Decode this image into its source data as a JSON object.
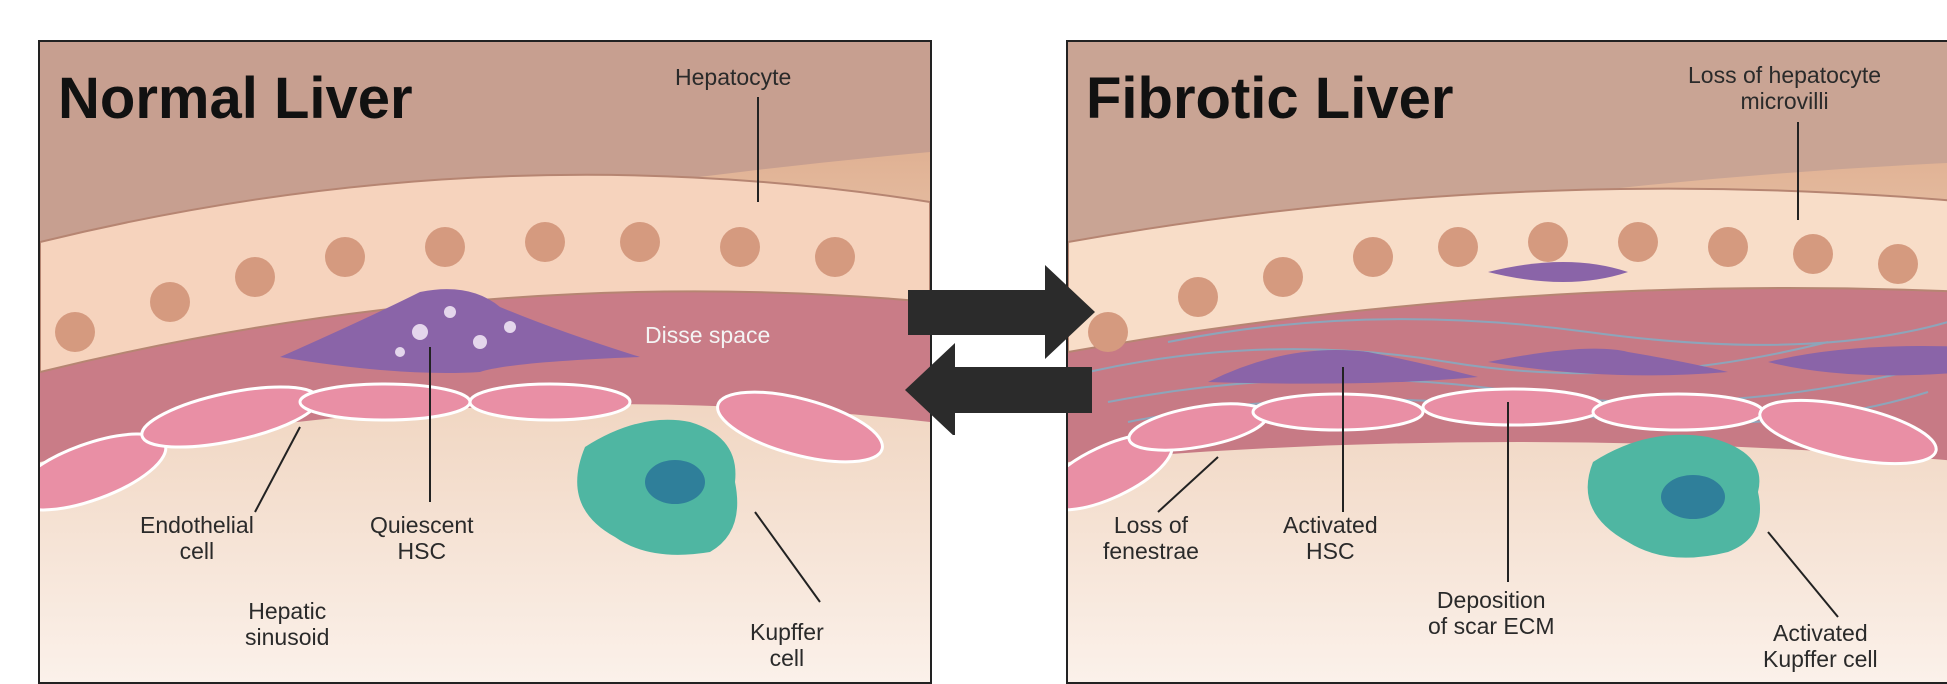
{
  "normal": {
    "title": "Normal Liver",
    "labels": {
      "hepatocyte": "Hepatocyte",
      "disse_space": "Disse space",
      "endothelial_l1": "Endothelial",
      "endothelial_l2": "cell",
      "quiescent_l1": "Quiescent",
      "quiescent_l2": "HSC",
      "hepatic_l1": "Hepatic",
      "hepatic_l2": "sinusoid",
      "kupffer_l1": "Kupffer",
      "kupffer_l2": "cell"
    }
  },
  "fibrotic": {
    "title": "Fibrotic Liver",
    "labels": {
      "microvilli_l1": "Loss of hepatocyte",
      "microvilli_l2": "microvilli",
      "fenestrae_l1": "Loss of",
      "fenestrae_l2": "fenestrae",
      "activated_hsc_l1": "Activated",
      "activated_hsc_l2": "HSC",
      "deposition_l1": "Deposition",
      "deposition_l2": "of scar ECM",
      "activated_kupffer_l1": "Activated",
      "activated_kupffer_l2": "Kupffer cell"
    }
  },
  "colors": {
    "hepatocyte": "#f6d3bd",
    "nucleus": "#d59a7f",
    "disse": "#c77a85",
    "endothelial": "#e98fa5",
    "hsc": "#8a64a8",
    "kupffer": "#4fb6a2",
    "sinusoid": "#e9c6ad",
    "arrow": "#2b2b2b"
  }
}
